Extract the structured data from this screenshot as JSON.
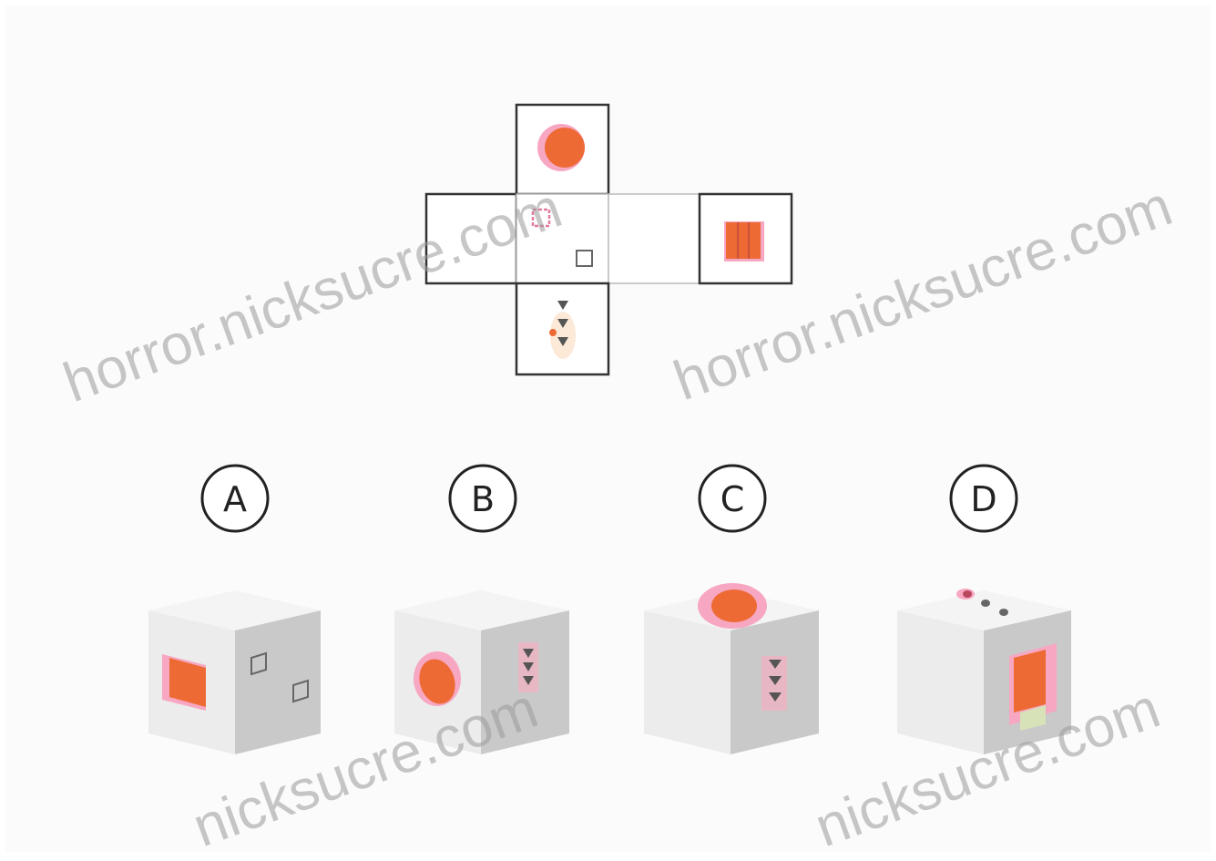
{
  "options": [
    {
      "letter": "A"
    },
    {
      "letter": "B"
    },
    {
      "letter": "C"
    },
    {
      "letter": "D"
    }
  ],
  "watermarks": [
    "horror.nicksucre.com",
    "horror.nicksucre.com",
    "nicksucre.com",
    "nicksucre.com"
  ],
  "colors": {
    "accent_orange": "#ee6a35",
    "accent_pink": "#f7a7c2",
    "cube_front": "#ececec",
    "cube_side": "#c9c9c9",
    "cube_top": "#f4f4f4",
    "net_line": "#333333"
  }
}
